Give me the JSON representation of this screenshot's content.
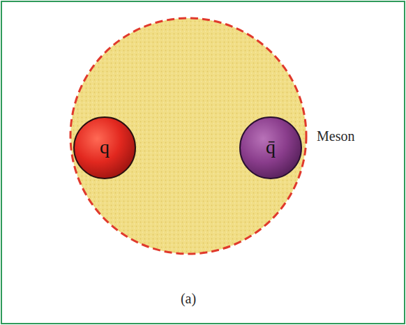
{
  "diagram": {
    "nodes": [
      {
        "text": [
          "Meson"
        ]
      },
      {
        "text": [
          "q"
        ],
        "in": 0
      },
      {
        "text": [
          "q̄"
        ],
        "in": 0
      }
    ],
    "labels": [
      "(a)"
    ]
  }
}
